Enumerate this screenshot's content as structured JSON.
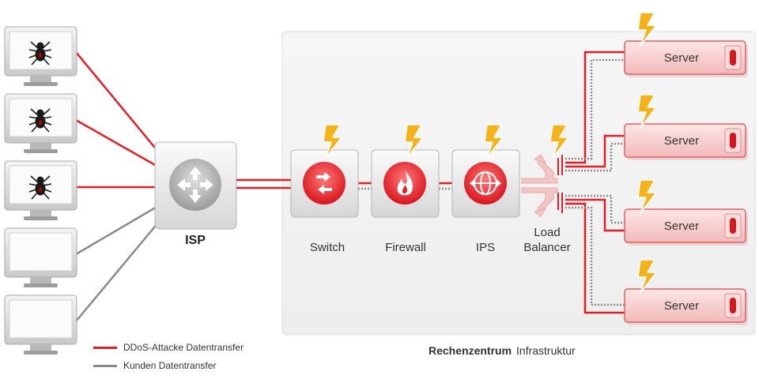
{
  "isp": {
    "label": "ISP"
  },
  "devices": [
    {
      "label": "Switch"
    },
    {
      "label": "Firewall"
    },
    {
      "label": "IPS"
    }
  ],
  "load_balancer": {
    "label_line1": "Load",
    "label_line2": "Balancer"
  },
  "servers": [
    {
      "label": "Server"
    },
    {
      "label": "Server"
    },
    {
      "label": "Server"
    },
    {
      "label": "Server"
    }
  ],
  "legend": [
    {
      "label": "DDoS-Attacke  Datentransfer",
      "color": "#e41e26"
    },
    {
      "label": "Kunden  Datentransfer",
      "color": "#8a8a8a"
    }
  ],
  "datacenter_title": {
    "bold": "Rechenzentrum",
    "rest": "Infrastruktur"
  },
  "colors": {
    "attack": "#e41e26",
    "customer": "#8a8a8a",
    "bolt": "#f6b21b",
    "panel_bg": "#f2f2f2",
    "server_fill": "#f9d4d4"
  },
  "clients": [
    {
      "infected": true,
      "icon": "spider-icon"
    },
    {
      "infected": true,
      "icon": "spider-icon"
    },
    {
      "infected": true,
      "icon": "spider-icon"
    },
    {
      "infected": false,
      "icon": ""
    },
    {
      "infected": false,
      "icon": ""
    }
  ]
}
